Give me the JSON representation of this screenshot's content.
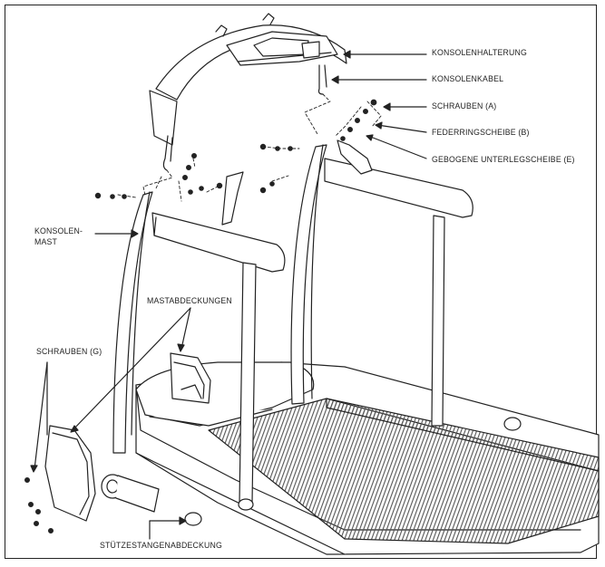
{
  "labels": {
    "console_bracket": "KONSOLENHALTERUNG",
    "console_cable": "KONSOLENKABEL",
    "screws_a": "SCHRAUBEN (A)",
    "spring_washer_b": "FEDERRINGSCHEIBE  (B)",
    "curved_washer_e": "GEBOGENE UNTERLEGSCHEIBE (E)",
    "console_mast_line1": "KONSOLEN-",
    "console_mast_line2": "MAST",
    "mast_covers": "MASTABDECKUNGEN",
    "screws_g": "SCHRAUBEN (G)",
    "support_bar_cover": "STÜTZESTANGENABDECKUNG"
  },
  "colors": {
    "line": "#222222",
    "fill": "#ffffff",
    "belt": "#444444"
  }
}
